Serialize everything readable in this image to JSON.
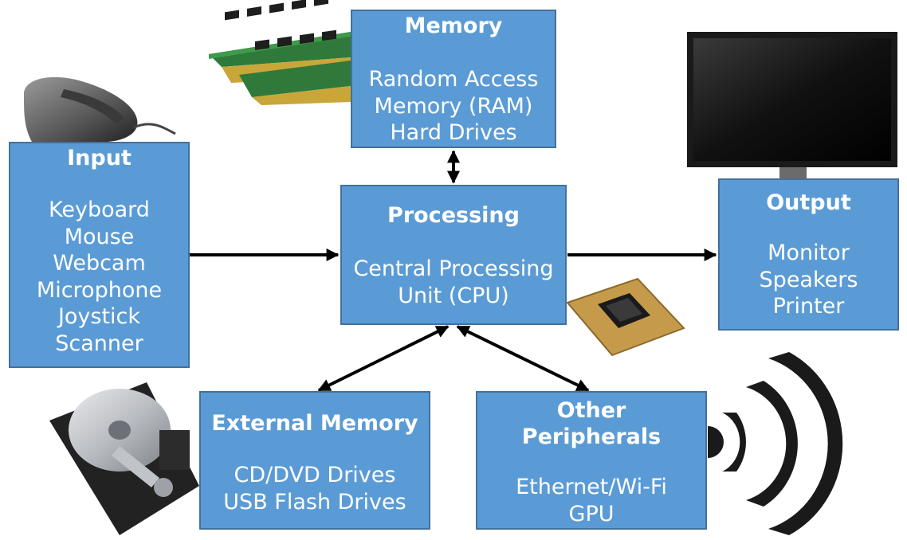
{
  "diagram": {
    "memory": {
      "title": "Memory",
      "items": [
        "Random Access",
        "Memory (RAM)",
        "Hard Drives"
      ]
    },
    "input": {
      "title": "Input",
      "items": [
        "Keyboard",
        "Mouse",
        "Webcam",
        "Microphone",
        "Joystick",
        "Scanner"
      ]
    },
    "processing": {
      "title": "Processing",
      "items": [
        "Central Processing",
        "Unit (CPU)"
      ]
    },
    "output": {
      "title": "Output",
      "items": [
        "Monitor",
        "Speakers",
        "Printer"
      ]
    },
    "external_memory": {
      "title": "External Memory",
      "items": [
        "CD/DVD Drives",
        "USB Flash Drives"
      ]
    },
    "other_peripherals": {
      "title_lines": [
        "Other",
        "Peripherals"
      ],
      "items": [
        "Ethernet/Wi-Fi",
        "GPU"
      ]
    }
  },
  "illustrations": [
    "ram-stick-icon",
    "mouse-icon",
    "monitor-icon",
    "cpu-chip-icon",
    "hard-drive-icon",
    "wifi-icon"
  ],
  "colors": {
    "box_fill": "#5b9bd5",
    "box_border": "#41719c",
    "box_text": "#ffffff",
    "arrow": "#000000"
  }
}
